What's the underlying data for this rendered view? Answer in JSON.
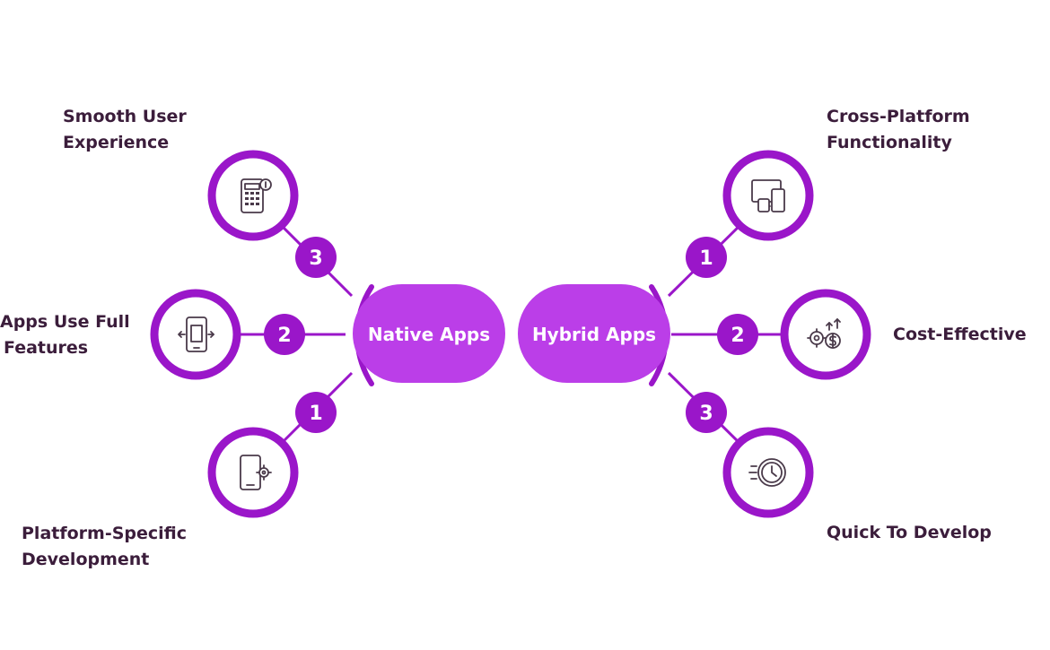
{
  "colors": {
    "primary": "#9a16c9",
    "pill": "#bb3ee8",
    "text": "#3b1d3b",
    "icon": "#4a3a4a"
  },
  "native": {
    "label": "Native Apps",
    "items": [
      {
        "number": "3",
        "lines": [
          "Smooth User",
          "Experience"
        ],
        "icon": "calculator-phone-icon"
      },
      {
        "number": "2",
        "lines": [
          "Apps Use Full",
          "Features"
        ],
        "icon": "phone-expand-icon"
      },
      {
        "number": "1",
        "lines": [
          "Platform-Specific",
          "Development"
        ],
        "icon": "phone-gear-icon"
      }
    ]
  },
  "hybrid": {
    "label": "Hybrid Apps",
    "items": [
      {
        "number": "1",
        "lines": [
          "Cross-Platform",
          "Functionality"
        ],
        "icon": "devices-icon"
      },
      {
        "number": "2",
        "lines": [
          "Cost-Effective"
        ],
        "icon": "gear-dollar-icon"
      },
      {
        "number": "3",
        "lines": [
          "Quick To Develop"
        ],
        "icon": "fast-clock-icon"
      }
    ]
  }
}
